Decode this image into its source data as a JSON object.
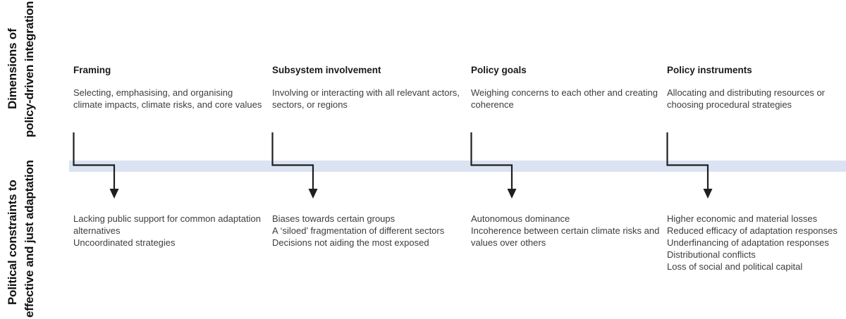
{
  "side_labels": {
    "top": {
      "line1": "Dimensions of",
      "line2": "policy-driven integration"
    },
    "bottom": {
      "line1": "Political constraints to",
      "line2": "effective and just adaptation"
    }
  },
  "band": {
    "color": "#dbe3f2"
  },
  "arrow_color": "#1f1f1f",
  "columns": [
    {
      "heading": "Framing",
      "description": "Selecting, emphasising, and organising climate impacts, climate risks, and core values",
      "constraints": [
        "Lacking public support for common adaptation alternatives",
        "Uncoordinated strategies"
      ]
    },
    {
      "heading": "Subsystem involvement",
      "description": "Involving or interacting with all relevant actors, sectors, or regions",
      "constraints": [
        "Biases towards certain groups",
        "A ‘siloed’ fragmentation of different sectors",
        "Decisions not aiding the most exposed"
      ]
    },
    {
      "heading": "Policy goals",
      "description": "Weighing concerns to each other and creating coherence",
      "constraints": [
        "Autonomous dominance",
        "Incoherence between certain climate risks and values over others"
      ]
    },
    {
      "heading": "Policy instruments",
      "description": "Allocating and distributing resources or choosing procedural strategies",
      "constraints": [
        "Higher economic and material losses",
        "Reduced efficacy of adaptation responses",
        "Underfinancing of adaptation responses",
        "Distributional conflicts",
        "Loss of social and political capital"
      ]
    }
  ]
}
